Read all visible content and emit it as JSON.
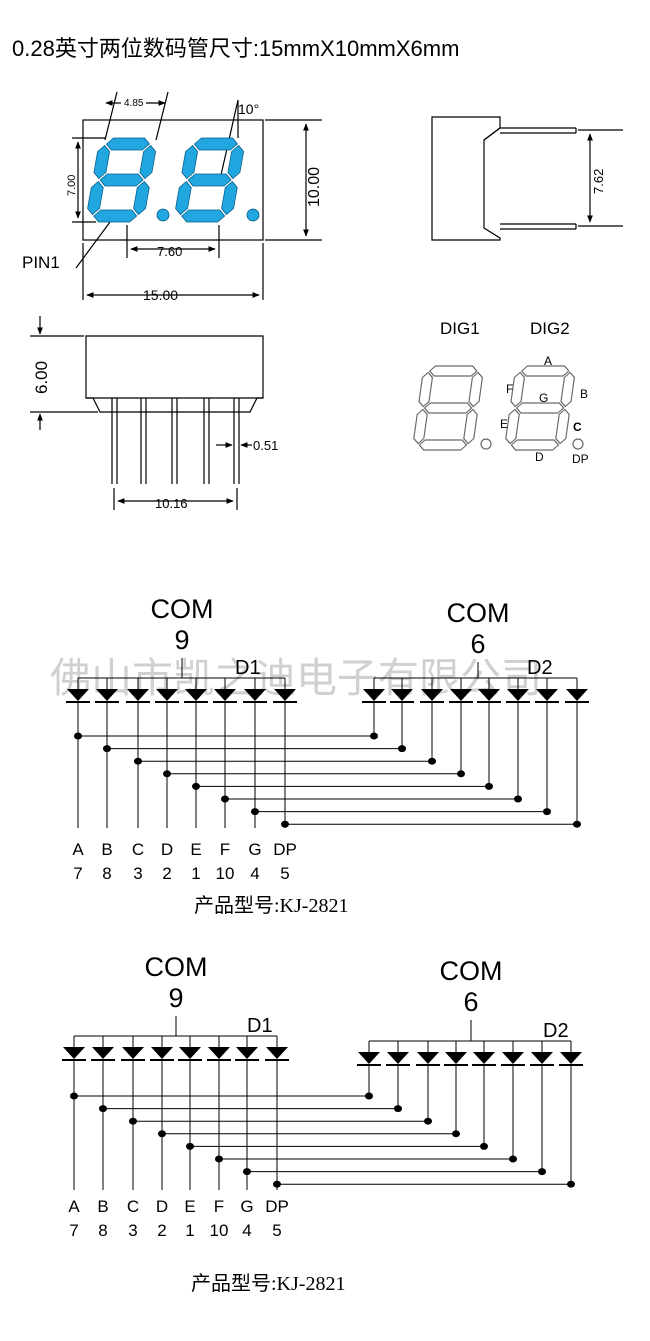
{
  "header": {
    "title": "0.28英寸两位数码管尺寸:15mmX10mmX6mm"
  },
  "watermark": "佛山市凯之迪电子有限公司",
  "colors": {
    "segment_blue": "#22a6e0",
    "line": "#000000",
    "watermark": "#c8c8c8",
    "outline": "#6a6a6a"
  },
  "front_view": {
    "dim_seg_width": "4.85",
    "dim_tilt": "10°",
    "dim_digit_height": "7.00",
    "dim_height": "10.00",
    "dim_pin_span": "7.60",
    "dim_width": "15.00",
    "pin1_label": "PIN1"
  },
  "side_view": {
    "dim_row_spacing": "7.62"
  },
  "bottom_view": {
    "dim_depth": "6.00",
    "dim_pin_dia": "0.51",
    "dim_pin_pitch": "10.16"
  },
  "segment_map": {
    "dig1_label": "DIG1",
    "dig2_label": "DIG2",
    "segments": {
      "a": "A",
      "b": "B",
      "c": "C",
      "d": "D",
      "e": "E",
      "f": "F",
      "g": "G",
      "dp": "DP"
    }
  },
  "circuits": [
    {
      "com1_label": "COM",
      "com1_pin": "9",
      "d1_label": "D1",
      "com2_label": "COM",
      "com2_pin": "6",
      "d2_label": "D2",
      "segments": [
        "A",
        "B",
        "C",
        "D",
        "E",
        "F",
        "G",
        "DP"
      ],
      "pins": [
        "7",
        "8",
        "3",
        "2",
        "1",
        "10",
        "4",
        "5"
      ],
      "model": "产品型号:KJ-2821"
    },
    {
      "com1_label": "COM",
      "com1_pin": "9",
      "d1_label": "D1",
      "com2_label": "COM",
      "com2_pin": "6",
      "d2_label": "D2",
      "segments": [
        "A",
        "B",
        "C",
        "D",
        "E",
        "F",
        "G",
        "DP"
      ],
      "pins": [
        "7",
        "8",
        "3",
        "2",
        "1",
        "10",
        "4",
        "5"
      ],
      "model": "产品型号:KJ-2821"
    }
  ]
}
